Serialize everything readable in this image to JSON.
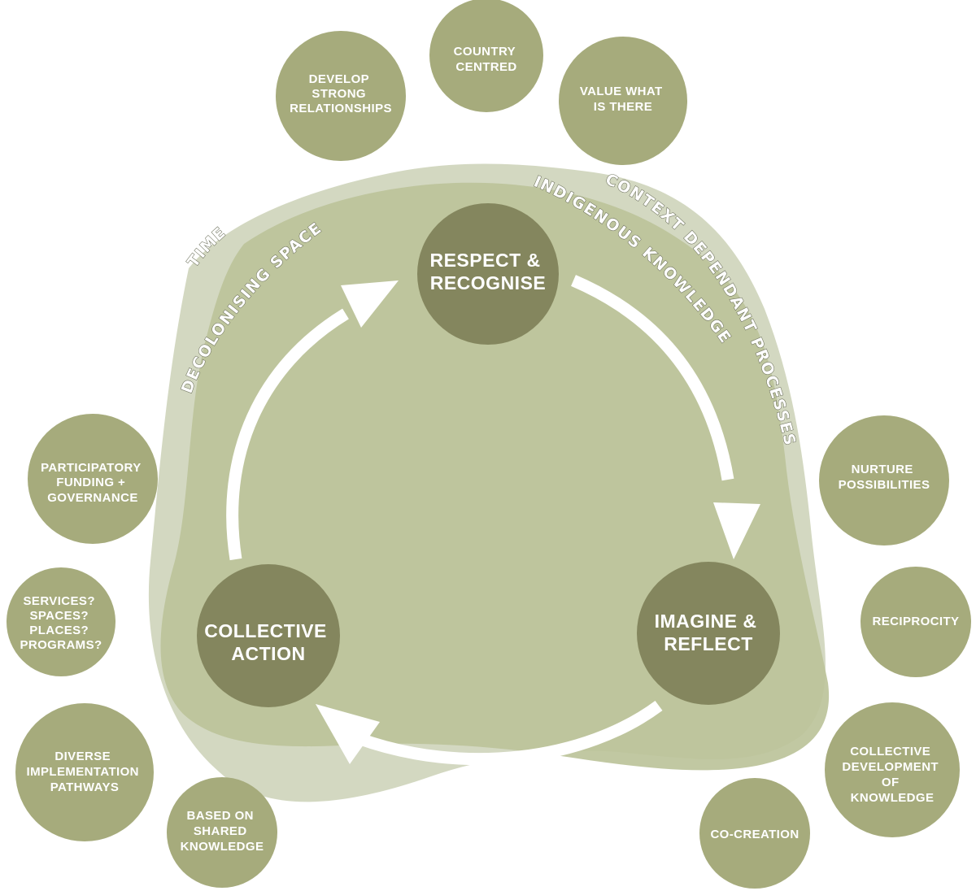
{
  "colors": {
    "satellite_fill": "#a6ab7c",
    "core_fill": "#84865e",
    "blob_back": "#d3d8c1",
    "blob_front": "#bcc39a",
    "arrow": "#ffffff",
    "arc_text_outline": "#6b6f5a"
  },
  "arc_labels": {
    "time": "TIME",
    "decolonising_space": "DECOLONISING SPACE",
    "indigenous_knowledge": "INDIGENOUS KNOWLEDGE",
    "context_dependant": "CONTEXT DEPENDANT PROCESSES"
  },
  "core_nodes": {
    "respect": [
      "RESPECT &",
      "RECOGNISE"
    ],
    "imagine": [
      "IMAGINE &",
      "REFLECT"
    ],
    "collective": [
      "COLLECTIVE",
      "ACTION"
    ]
  },
  "satellites": {
    "develop_relationships": [
      "DEVELOP",
      "STRONG",
      "RELATIONSHIPS"
    ],
    "country_centred": [
      "COUNTRY",
      "CENTRED"
    ],
    "value_what_is_there": [
      "VALUE WHAT",
      "IS THERE"
    ],
    "participatory_funding": [
      "PARTICIPATORY",
      "FUNDING +",
      "GOVERNANCE"
    ],
    "services_spaces": [
      "SERVICES?",
      "SPACES?",
      "PLACES?",
      "PROGRAMS?"
    ],
    "diverse_pathways": [
      "DIVERSE",
      "IMPLEMENTATION",
      "PATHWAYS"
    ],
    "shared_knowledge": [
      "BASED ON",
      "SHARED",
      "KNOWLEDGE"
    ],
    "nurture_possibilities": [
      "NURTURE",
      "POSSIBILITIES"
    ],
    "reciprocity": [
      "RECIPROCITY"
    ],
    "collective_development": [
      "COLLECTIVE",
      "DEVELOPMENT",
      "OF",
      "KNOWLEDGE"
    ],
    "co_creation": [
      "CO-CREATION"
    ]
  },
  "cycle_arrows": [
    {
      "name": "arrow-respect-to-imagine",
      "from": "RESPECT & RECOGNISE",
      "to": "IMAGINE & REFLECT"
    },
    {
      "name": "arrow-imagine-to-collective",
      "from": "IMAGINE & REFLECT",
      "to": "COLLECTIVE ACTION"
    },
    {
      "name": "arrow-collective-to-respect",
      "from": "COLLECTIVE ACTION",
      "to": "RESPECT & RECOGNISE"
    }
  ]
}
